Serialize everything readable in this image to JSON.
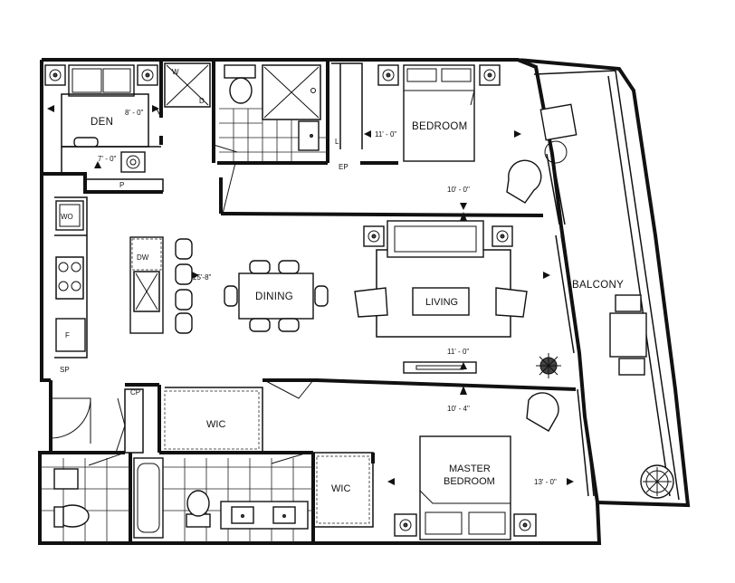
{
  "rooms": {
    "den": "DEN",
    "bedroom": "BEDROOM",
    "dining": "DINING",
    "living": "LIVING",
    "balcony": "BALCONY",
    "master_line1": "MASTER",
    "master_line2": "BEDROOM",
    "wic_left": "WIC",
    "wic_right": "WIC"
  },
  "dimensions": {
    "den_width": "8' - 0\"",
    "den_depth": "7' - 0\"",
    "bedroom_width": "11' - 0\"",
    "bedroom_depth": "10' - 0\"",
    "kitchen_depth": "25'-8\"",
    "living_width": "11' - 0\"",
    "master_depth": "10' - 4\"",
    "master_width": "13' - 0\""
  },
  "fixtures": {
    "washer": "W",
    "dryer": "D",
    "wo": "WO",
    "dw": "DW",
    "fridge": "F",
    "linen": "L",
    "ep": "EP",
    "pantry": "P",
    "sp": "SP",
    "cp": "CP"
  }
}
